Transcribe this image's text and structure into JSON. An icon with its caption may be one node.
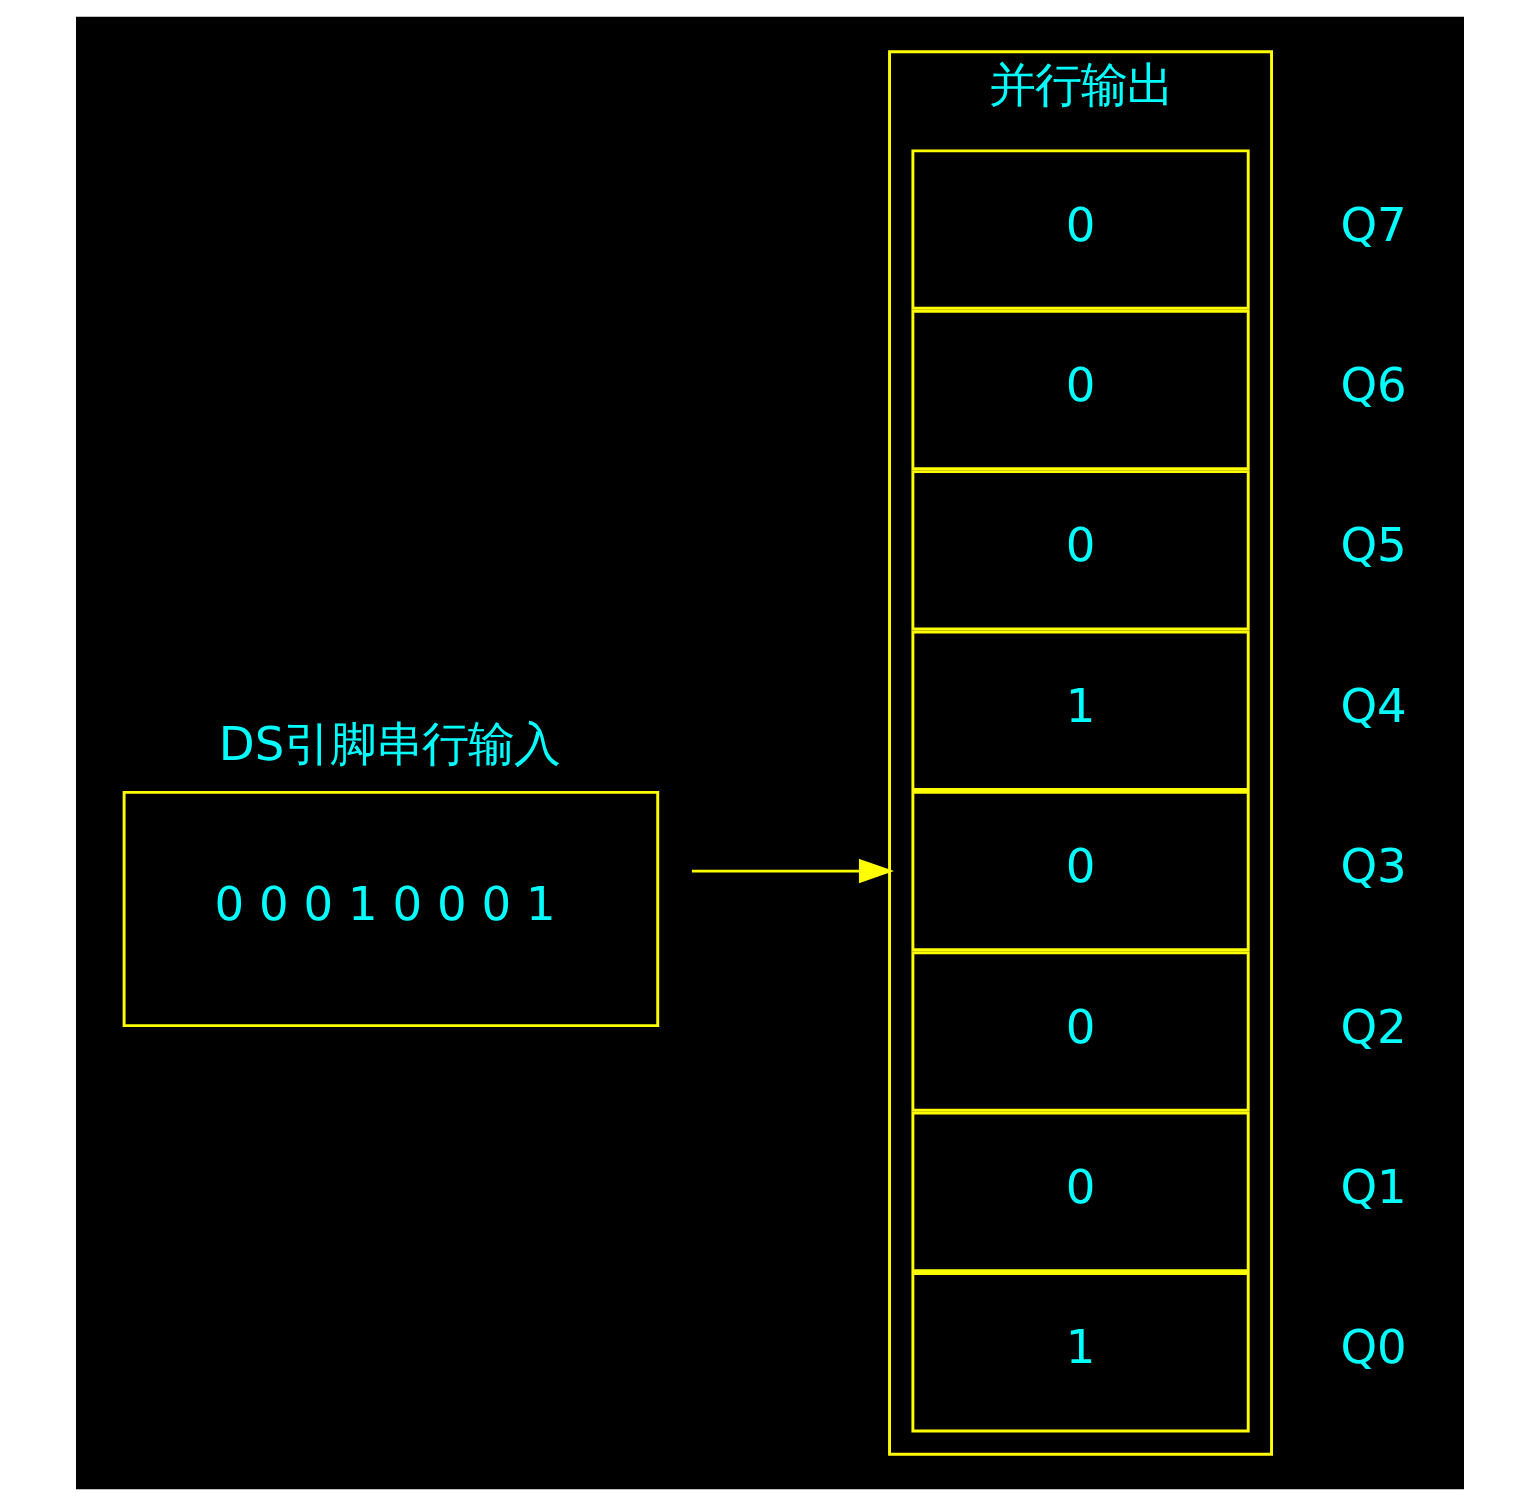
{
  "diagram": {
    "nodes": [
      {
        "text": [
          "DS引脚串行输入",
          "0 0 0 1 0 0 0 1"
        ]
      },
      {
        "text": [
          "并行输出"
        ]
      },
      {
        "text": [
          "0"
        ],
        "in": 1,
        "beside": [
          "Q7"
        ]
      },
      {
        "text": [
          "0"
        ],
        "in": 1,
        "beside": [
          "Q6"
        ]
      },
      {
        "text": [
          "0"
        ],
        "in": 1,
        "beside": [
          "Q5"
        ]
      },
      {
        "text": [
          "1"
        ],
        "in": 1,
        "beside": [
          "Q4"
        ]
      },
      {
        "text": [
          "0"
        ],
        "in": 1,
        "beside": [
          "Q3"
        ]
      },
      {
        "text": [
          "0"
        ],
        "in": 1,
        "beside": [
          "Q2"
        ]
      },
      {
        "text": [
          "0"
        ],
        "in": 1,
        "beside": [
          "Q1"
        ]
      },
      {
        "text": [
          "1"
        ],
        "in": 1,
        "beside": [
          "Q0"
        ]
      }
    ],
    "edges": [
      {
        "from": 0,
        "to": 1,
        "arrow": "to"
      }
    ]
  }
}
